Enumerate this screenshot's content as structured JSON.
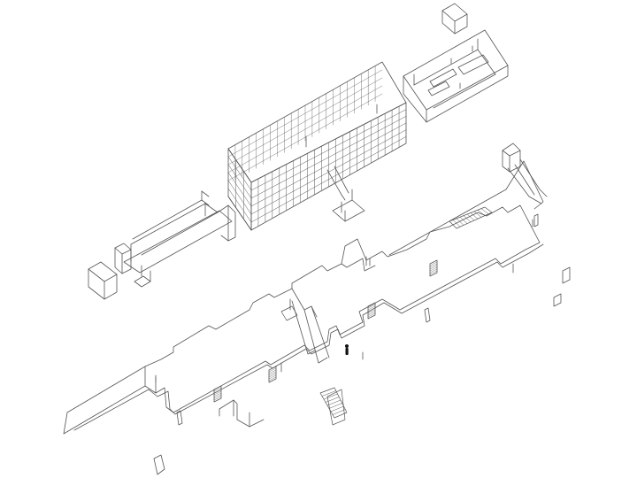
{
  "drawing": {
    "background": "#ffffff",
    "line_color": "#555555",
    "figure_color": "#111111",
    "elements": {
      "glass_pavilion": "glazed-grid-volume",
      "upper_walkway": "corridor",
      "upper_right_building": "building-with-interior",
      "lower_gallery": "long-corridor-gallery",
      "stairs": "stair-flights",
      "panels": "floating-panels",
      "figure": "human-figure"
    }
  }
}
